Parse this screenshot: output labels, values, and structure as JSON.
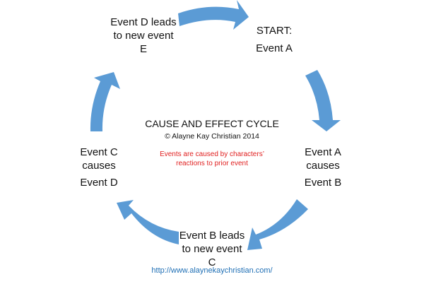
{
  "diagram": {
    "title": "CAUSE AND EFFECT CYCLE",
    "copyright": "© Alayne Kay Christian 2014",
    "note_line1": "Events are caused by characters’",
    "note_line2": "reactions to prior event",
    "url": "http://www.alaynekaychristian.com/",
    "arrow_color": "#5b9bd5",
    "note_color": "#e02020",
    "url_color": "#1f6fb5",
    "nodes": [
      {
        "line1": "START:",
        "line2": "Event A"
      },
      {
        "line1": "Event A",
        "line2": "causes",
        "line3": "Event B"
      },
      {
        "line1": "Event B leads",
        "line2": "to new event",
        "line3": "C"
      },
      {
        "line1": "Event C",
        "line2": "causes",
        "line3": "Event D"
      },
      {
        "line1": "Event D leads",
        "line2": "to new event",
        "line3": "E"
      }
    ]
  }
}
